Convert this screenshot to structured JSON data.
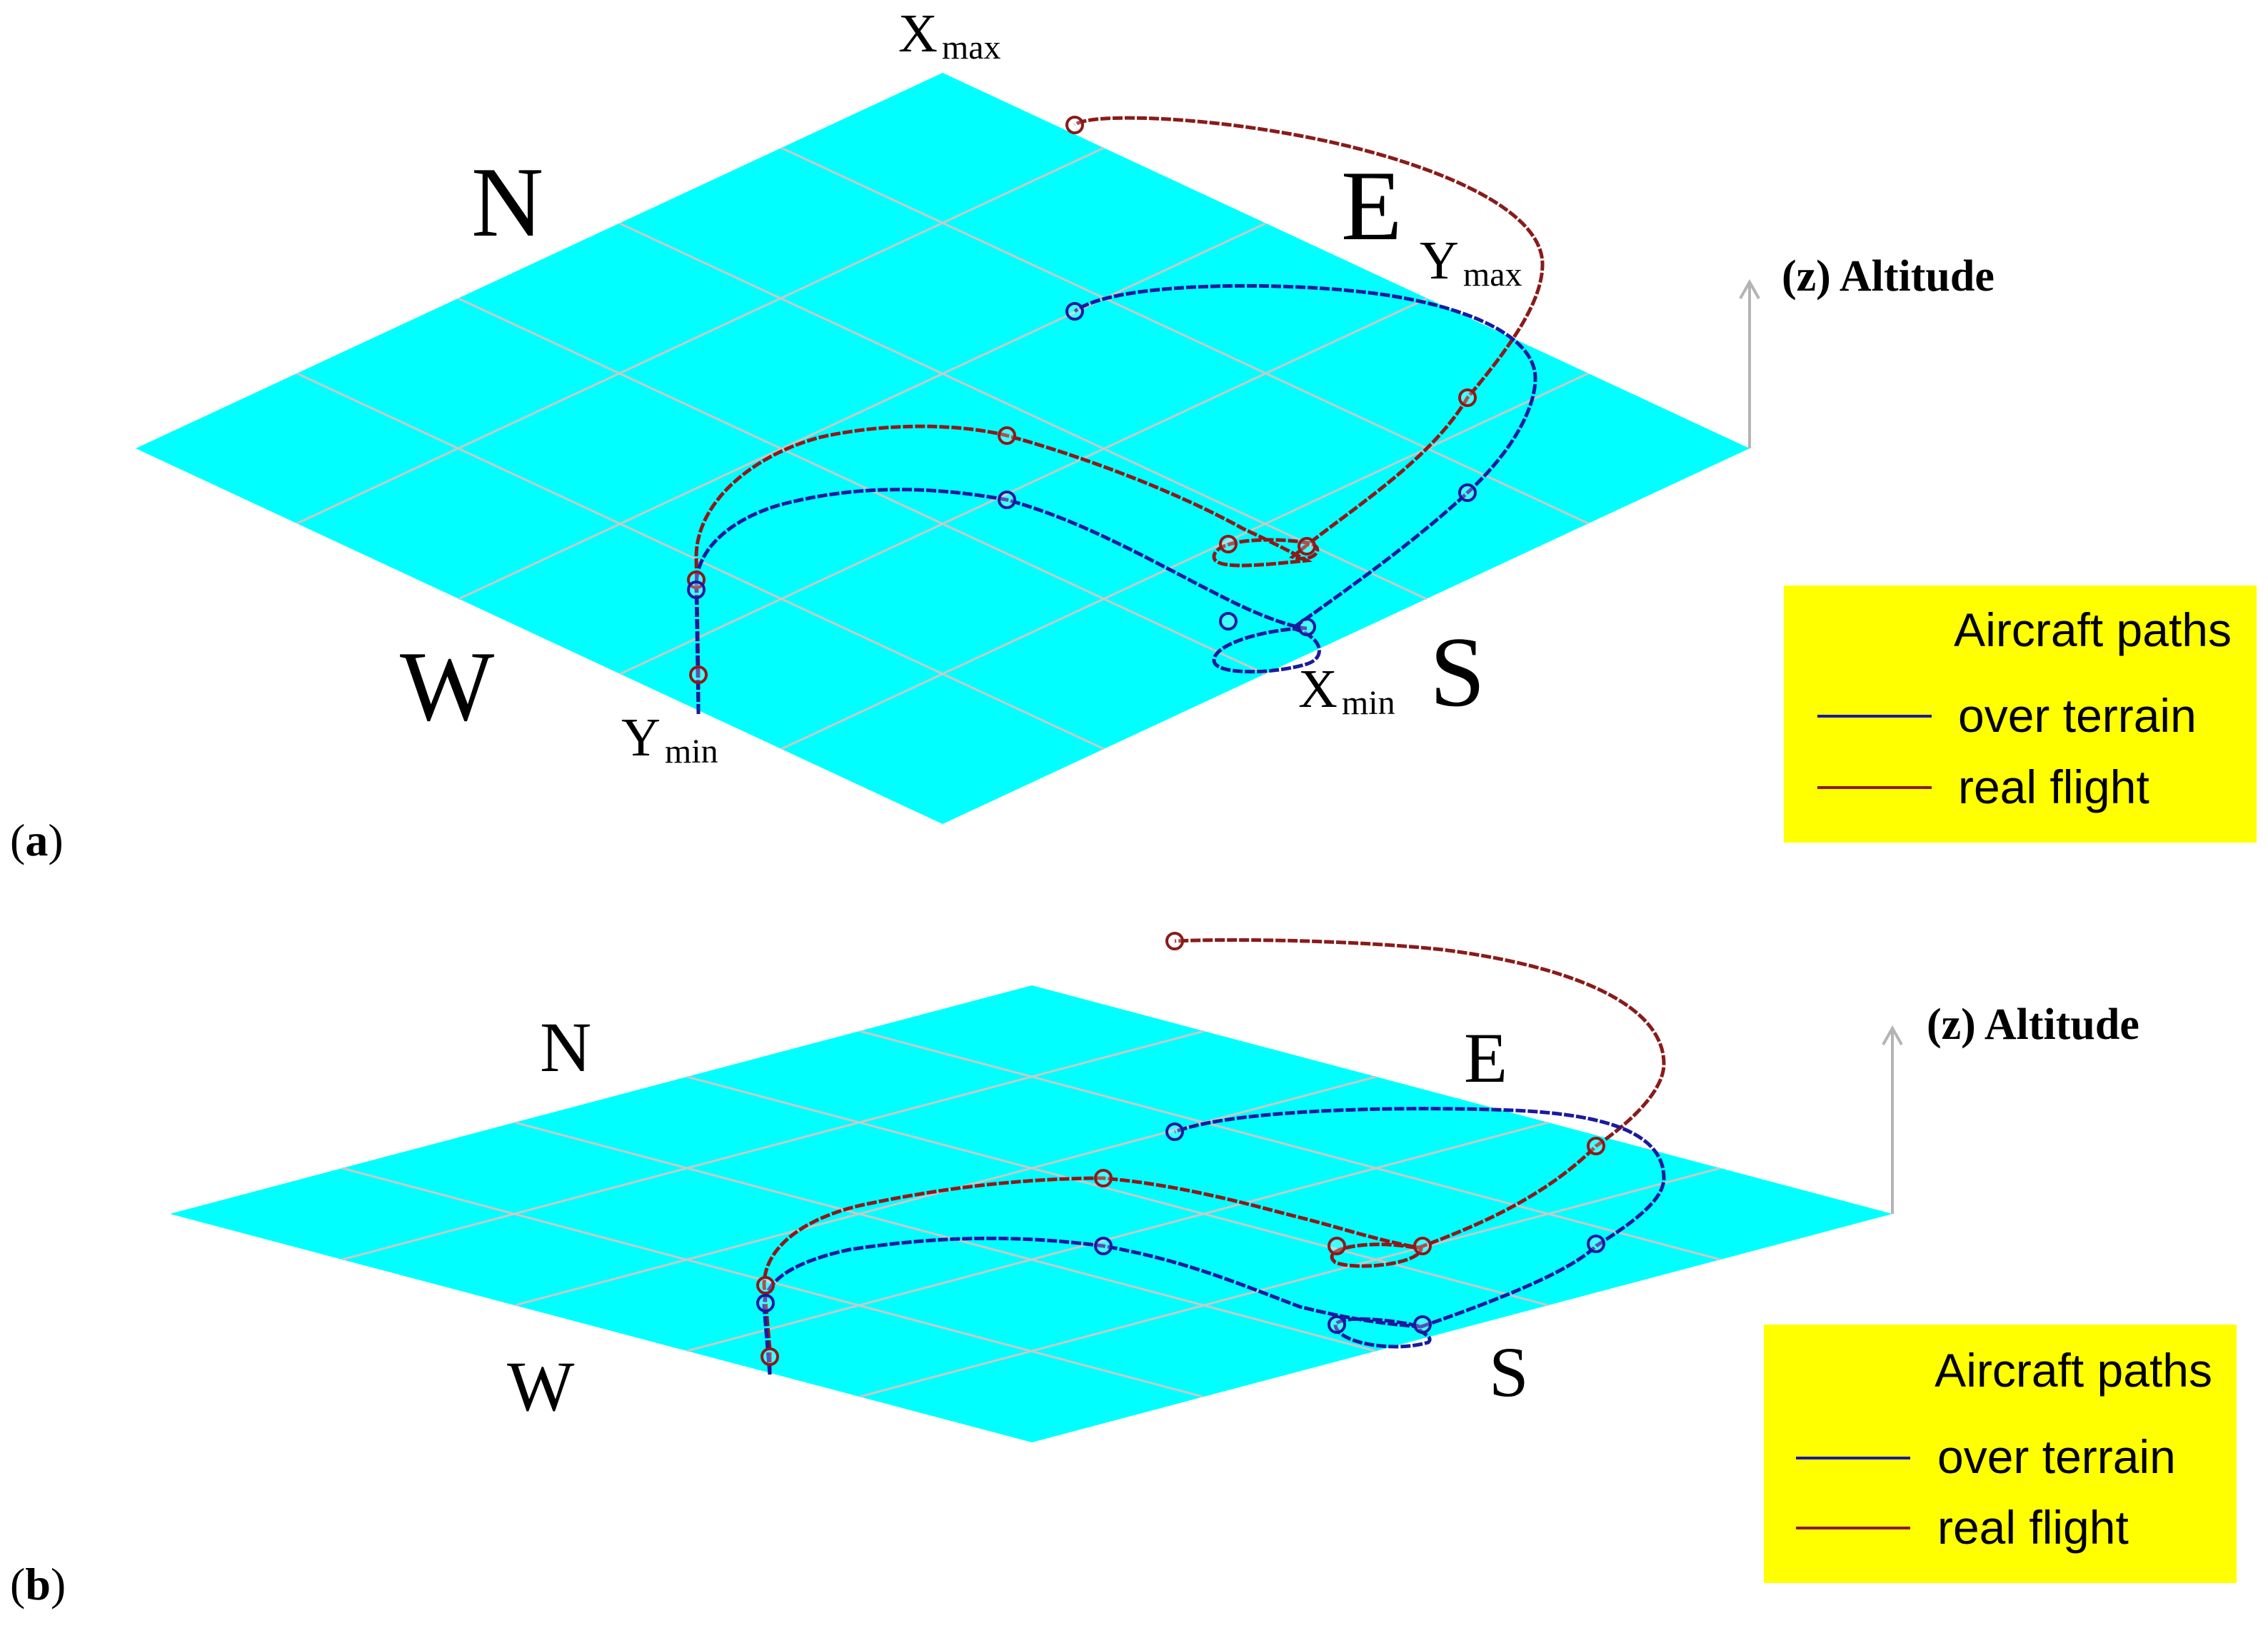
{
  "colors": {
    "terrain": "#00ffff",
    "grid": "#c8c8c8",
    "over_terrain": "#1a1aa0",
    "real_flight": "#8b1a1a",
    "legend_bg": "#ffff00",
    "axis": "#b4b4b4"
  },
  "panel_a": {
    "label": "a",
    "compass": {
      "n": "N",
      "e": "E",
      "w": "W",
      "s": "S"
    },
    "axis_ends": {
      "x_max": {
        "main": "X",
        "sub": "max"
      },
      "y_max": {
        "main": "Y",
        "sub": "max"
      },
      "x_min": {
        "main": "X",
        "sub": "min"
      },
      "y_min": {
        "main": "Y",
        "sub": "min"
      }
    },
    "altitude_label": "(z) Altitude",
    "legend": {
      "title": "Aircraft paths",
      "over_terrain": "over terrain",
      "real_flight": "real flight"
    }
  },
  "panel_b": {
    "label": "b",
    "compass": {
      "n": "N",
      "e": "E",
      "w": "W",
      "s": "S"
    },
    "altitude_label": "(z) Altitude",
    "legend": {
      "title": "Aircraft paths",
      "over_terrain": "over terrain",
      "real_flight": "real flight"
    }
  }
}
